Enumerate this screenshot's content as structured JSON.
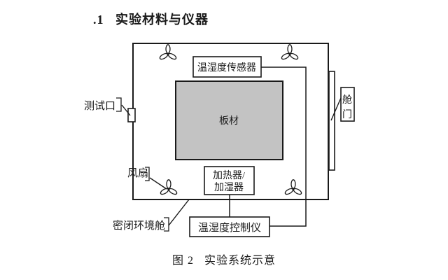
{
  "figure": {
    "title": ".1   实验材料与仪器",
    "caption": "图 2   实验系统示意"
  },
  "diagram": {
    "sensor_label": "温湿度传感器",
    "board_label": "板材",
    "heater_label_line1": "加热器/",
    "heater_label_line2": "加湿器",
    "controller_label": "温湿度控制仪",
    "test_port_label": "测试口",
    "fan_label": "风扇",
    "chamber_label": "密闭环境舱",
    "door_label_chars": [
      "舱",
      "门"
    ],
    "colors": {
      "board_fill": "#c3c3c3",
      "ink": "#1a1a1a",
      "background": "#ffffff"
    }
  }
}
